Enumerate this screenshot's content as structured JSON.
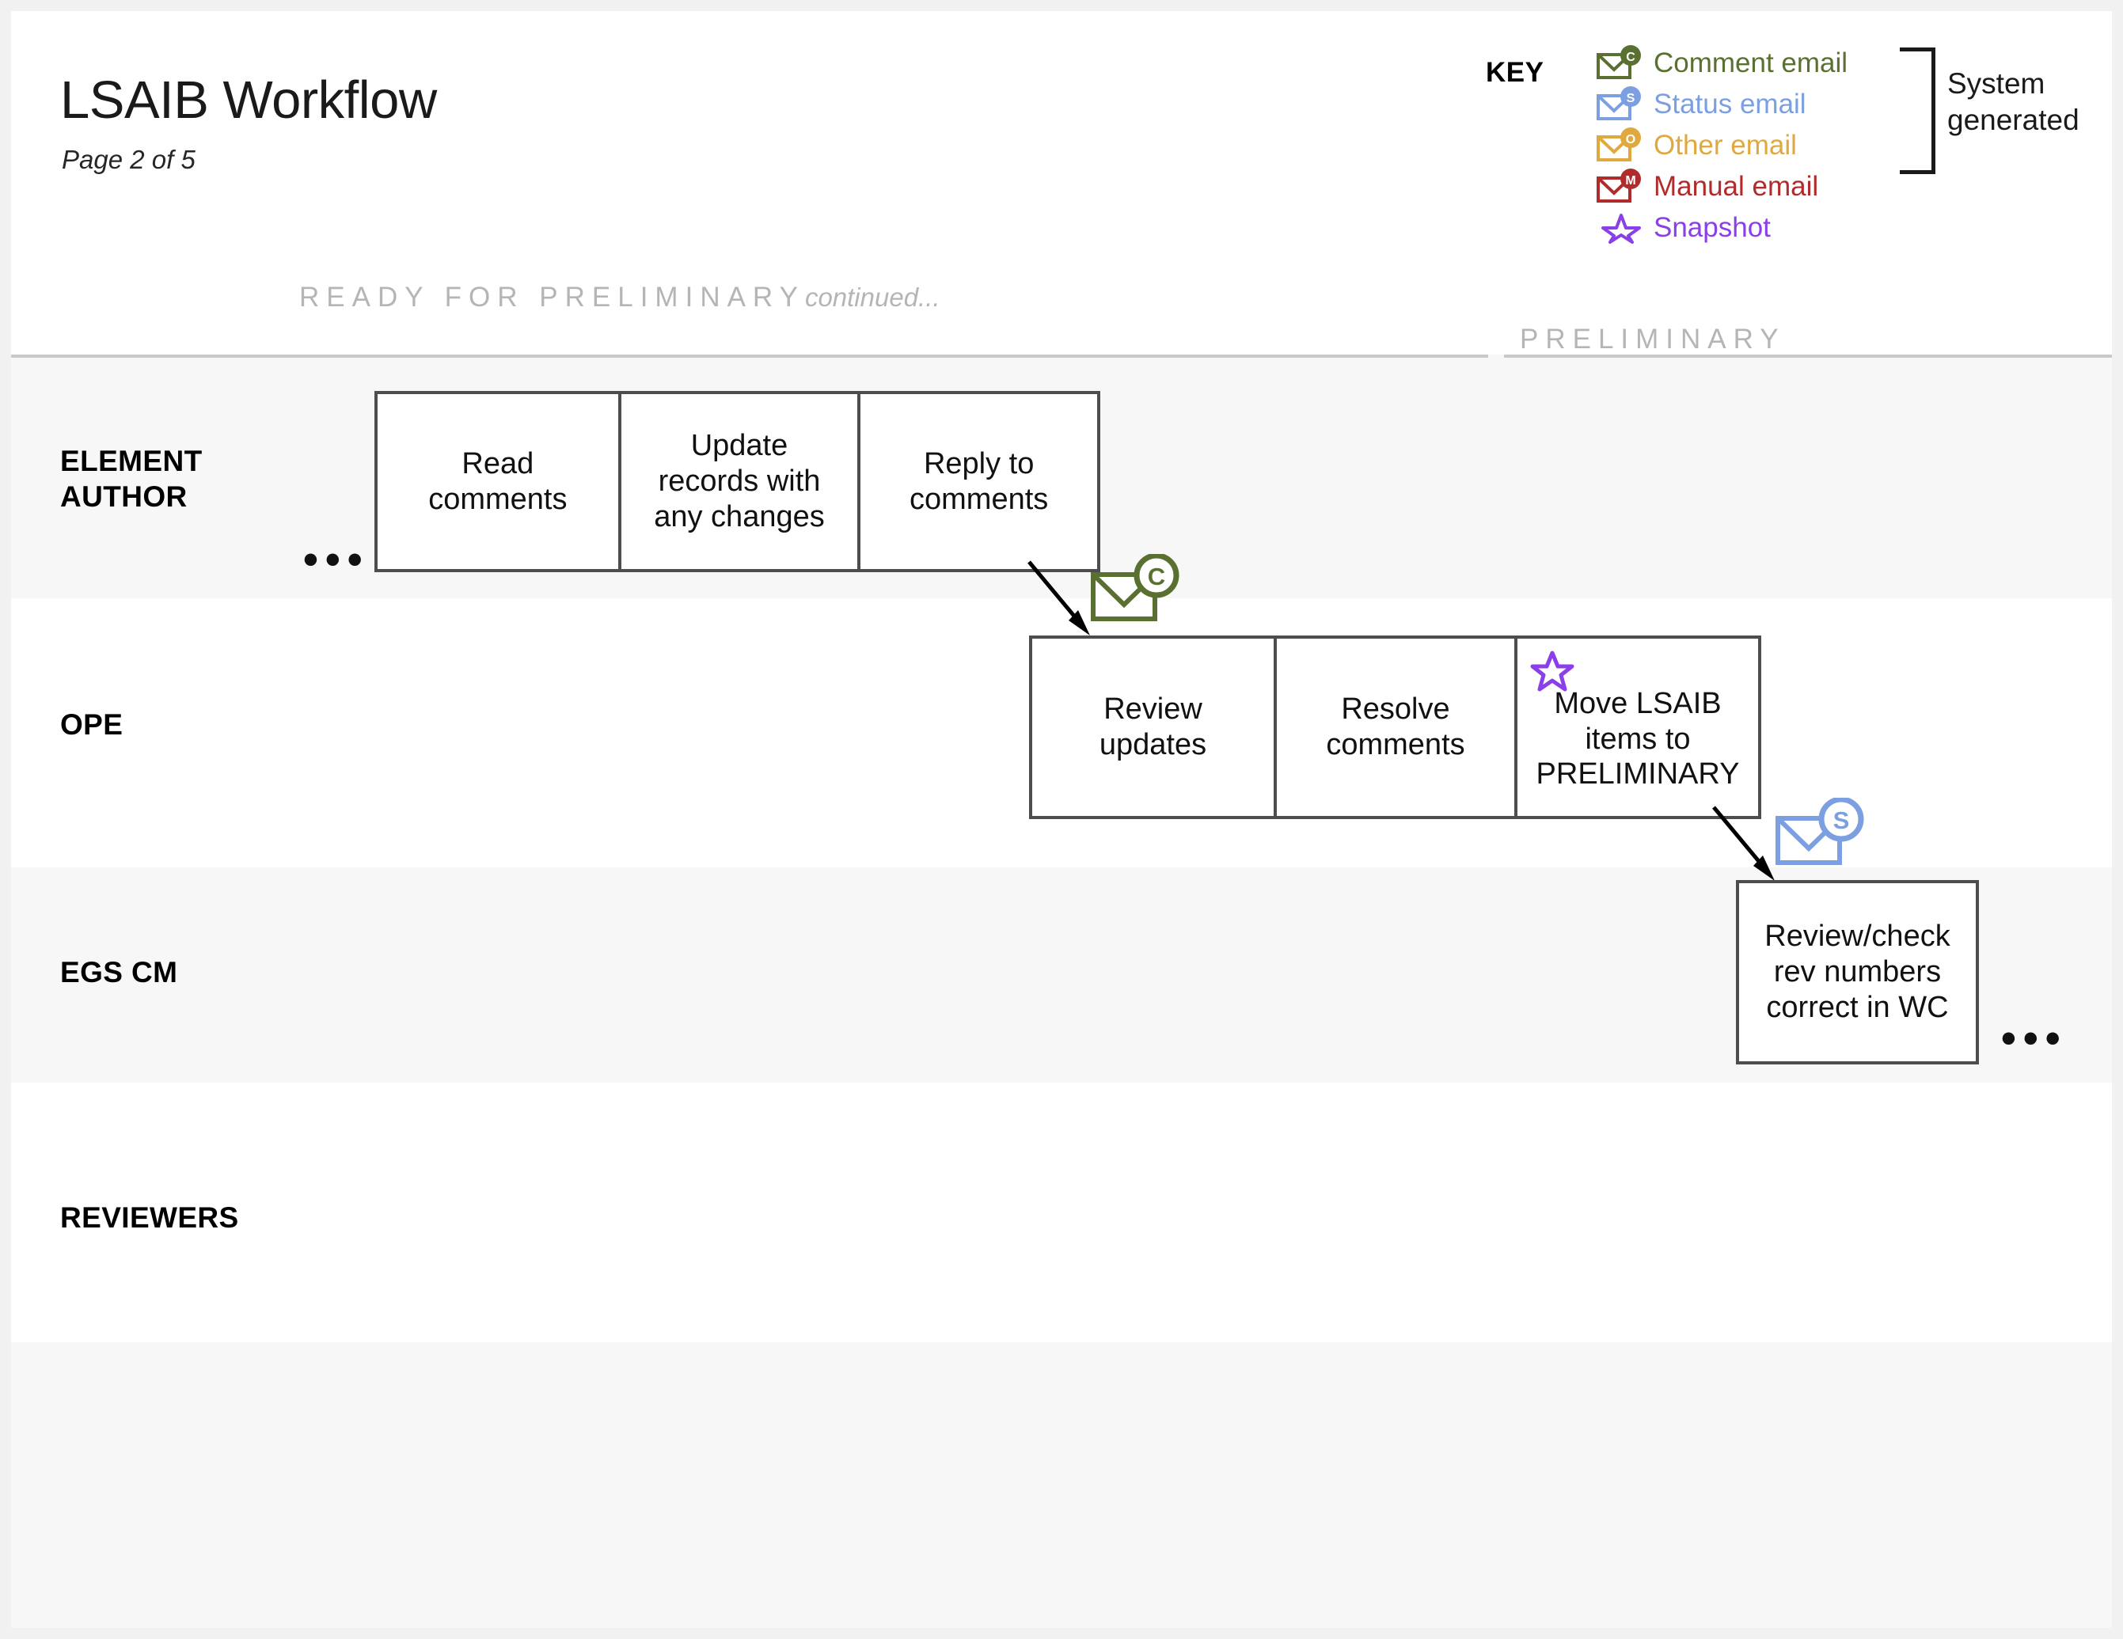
{
  "header": {
    "title": "LSAIB Workflow",
    "subtitle": "Page 2 of 5",
    "key_label": "KEY"
  },
  "legend": {
    "bracket_note": "System\ngenerated",
    "items": [
      {
        "icon": "comment-email-icon",
        "badge": "C",
        "label": "Comment email",
        "color": "#5a7030"
      },
      {
        "icon": "status-email-icon",
        "badge": "S",
        "label": "Status email",
        "color": "#7b9fe0"
      },
      {
        "icon": "other-email-icon",
        "badge": "O",
        "label": "Other email",
        "color": "#e0a93f"
      },
      {
        "icon": "manual-email-icon",
        "badge": "M",
        "label": "Manual email",
        "color": "#b02b2b"
      },
      {
        "icon": "snapshot-star-icon",
        "badge": "",
        "label": "Snapshot",
        "color": "#8b3fe8"
      }
    ]
  },
  "phases": [
    {
      "name": "READY FOR\nPRELIMINARY",
      "continued": "continued..."
    },
    {
      "name": "PRELIMINARY",
      "continued": ""
    }
  ],
  "lanes": [
    {
      "label": "ELEMENT\nAUTHOR"
    },
    {
      "label": "OPE"
    },
    {
      "label": "EGS CM"
    },
    {
      "label": "REVIEWERS"
    }
  ],
  "element_author": {
    "leading_ellipsis": "•••",
    "steps": [
      {
        "label": "Read\ncomments"
      },
      {
        "label": "Update\nrecords with\nany changes"
      },
      {
        "label": "Reply to\ncomments"
      }
    ]
  },
  "ope": {
    "steps": [
      {
        "label": "Review\nupdates",
        "marker": ""
      },
      {
        "label": "Resolve\ncomments",
        "marker": ""
      },
      {
        "label": "Move LSAIB\nitems to\nPRELIMINARY",
        "marker": "snapshot-star-icon"
      }
    ]
  },
  "egs_cm": {
    "steps": [
      {
        "label": "Review/check\nrev numbers\ncorrect in WC"
      }
    ],
    "trailing_ellipsis": "•••"
  },
  "reviewers": {
    "steps": []
  },
  "flow_markers": [
    {
      "name": "comment-email-flow-icon",
      "badge": "C",
      "color": "#5a7030"
    },
    {
      "name": "status-email-flow-icon",
      "badge": "S",
      "color": "#7b9fe0"
    }
  ],
  "colors": {
    "comment_email": "#5a7030",
    "status_email": "#7b9fe0",
    "other_email": "#e0a93f",
    "manual_email": "#b02b2b",
    "snapshot": "#8b3fe8",
    "lane_shaded": "#f7f7f8",
    "box_border": "#4d4d4d",
    "phase_text": "#b5b5b5"
  }
}
